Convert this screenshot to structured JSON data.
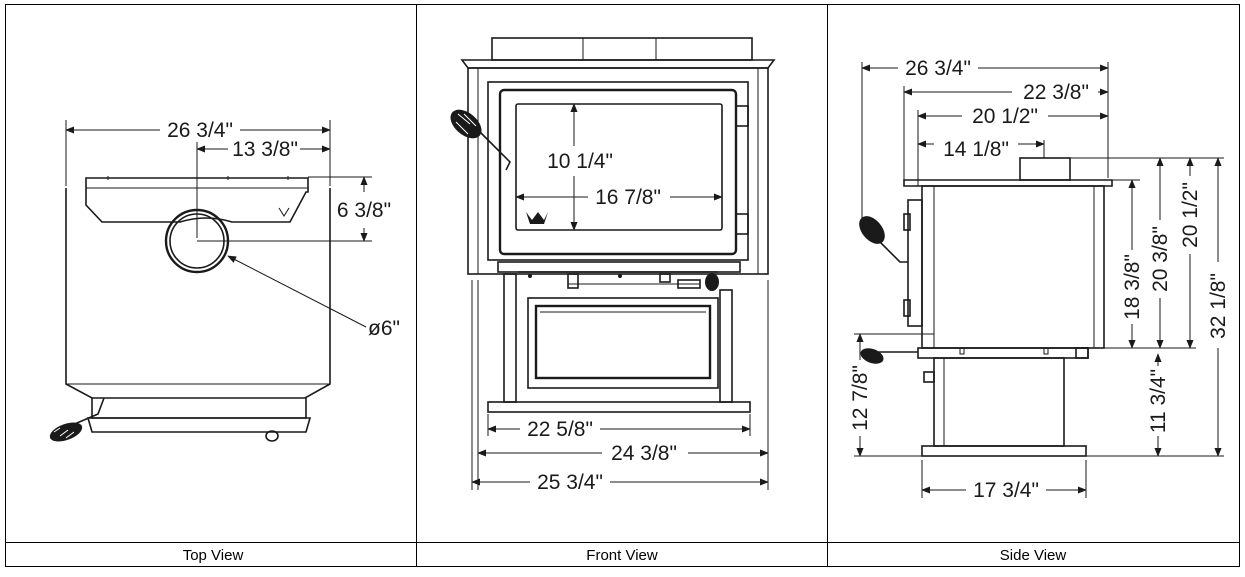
{
  "captions": {
    "top": "Top View",
    "front": "Front View",
    "side": "Side View"
  },
  "top_view": {
    "overall_width": "26 3/4\"",
    "flue_offset": "13 3/8\"",
    "flue_depth": "6 3/8\"",
    "flue_diameter": "ø6\""
  },
  "front_view": {
    "door_height": "10 1/4\"",
    "door_width": "16 7/8\"",
    "pedestal_width": "22 5/8\"",
    "base_width": "24 3/8\"",
    "overall_width": "25 3/4\""
  },
  "side_view": {
    "overall_depth": "26 3/4\"",
    "depth_2": "22 3/8\"",
    "depth_3": "20 1/2\"",
    "flue_offset": "14 1/8\"",
    "body_height_1": "18 3/8\"",
    "body_height_2": "20 3/8\"",
    "body_height_3": "20 1/2\"",
    "overall_height": "32 1/8\"",
    "hearth_height": "12 7/8\"",
    "pedestal_height": "11 3/4\"",
    "pedestal_depth": "17 3/4\""
  }
}
